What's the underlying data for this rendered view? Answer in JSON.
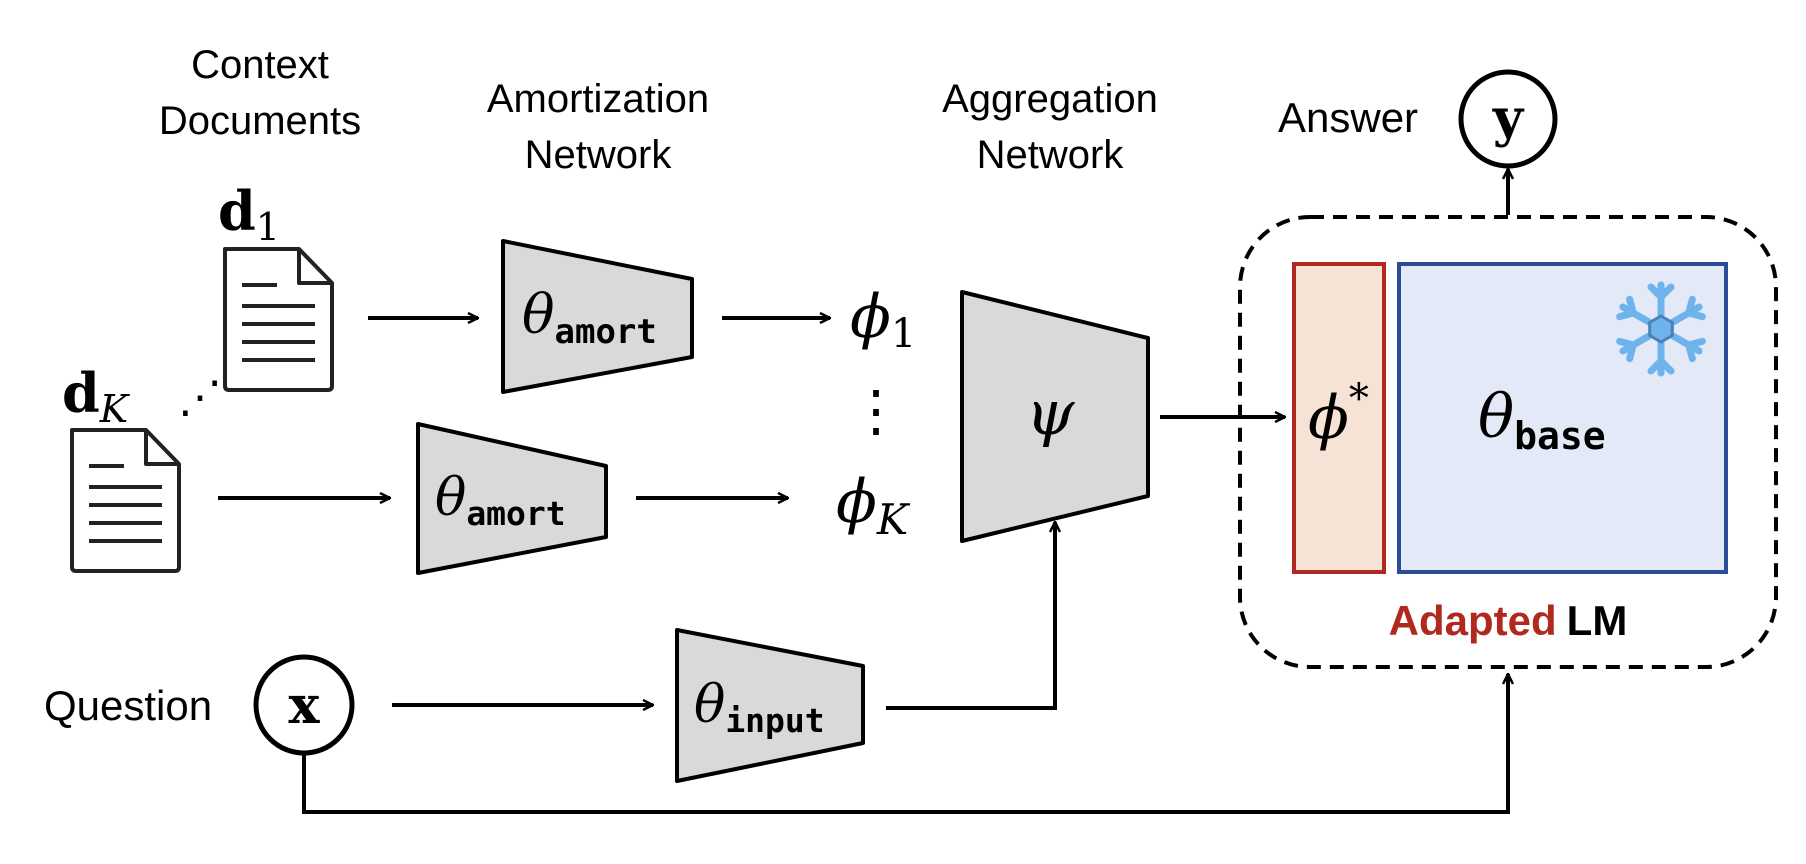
{
  "labels": {
    "context_line1": "Context",
    "context_line2": "Documents",
    "amort_line1": "Amortization",
    "amort_line2": "Network",
    "agg_line1": "Aggregation",
    "agg_line2": "Network",
    "answer": "Answer",
    "question": "Question",
    "adapted": "Adapted",
    "lm": "LM"
  },
  "symbols": {
    "d1_base": "d",
    "d1_sub": "1",
    "dk_base": "d",
    "dk_sub": "K",
    "theta": "θ",
    "amort_sub": "amort",
    "input_sub": "input",
    "base_sub": "base",
    "phi": "ϕ",
    "phi1_sub": "1",
    "phik_sub": "K",
    "psi": "ψ",
    "phi_star": "*",
    "x": "x",
    "y": "y",
    "vdots": "⋮",
    "dots": "⋰"
  },
  "colors": {
    "trapezoid_fill": "#d9d9d9",
    "phi_star_fill": "#f7e3d6",
    "phi_star_border": "#b0281e",
    "base_fill": "#e3e9f6",
    "base_border": "#2a4b96",
    "adapted_color": "#b0281e",
    "snowflake_color": "#6fb3ec"
  },
  "icons": {
    "document": "document-icon",
    "snowflake": "snowflake-icon"
  }
}
